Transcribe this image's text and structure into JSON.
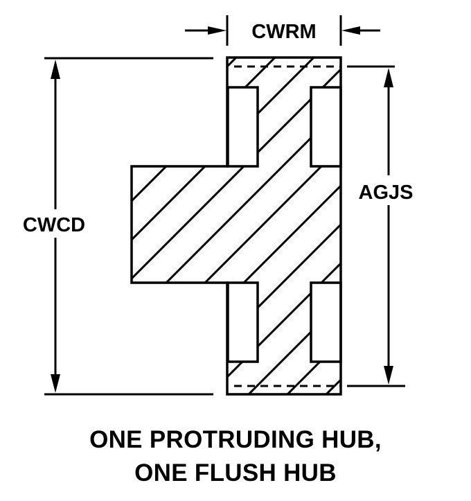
{
  "diagram": {
    "type": "technical-drawing",
    "subject": "gear/pulley cross-section",
    "line_color": "#000000",
    "background": "#ffffff",
    "dimensions": {
      "face_width": "CWRM",
      "outside_diameter": "CWCD",
      "root_diameter": "AGJS"
    },
    "caption": {
      "line1": "ONE PROTRUDING HUB,",
      "line2": "ONE FLUSH HUB"
    }
  }
}
